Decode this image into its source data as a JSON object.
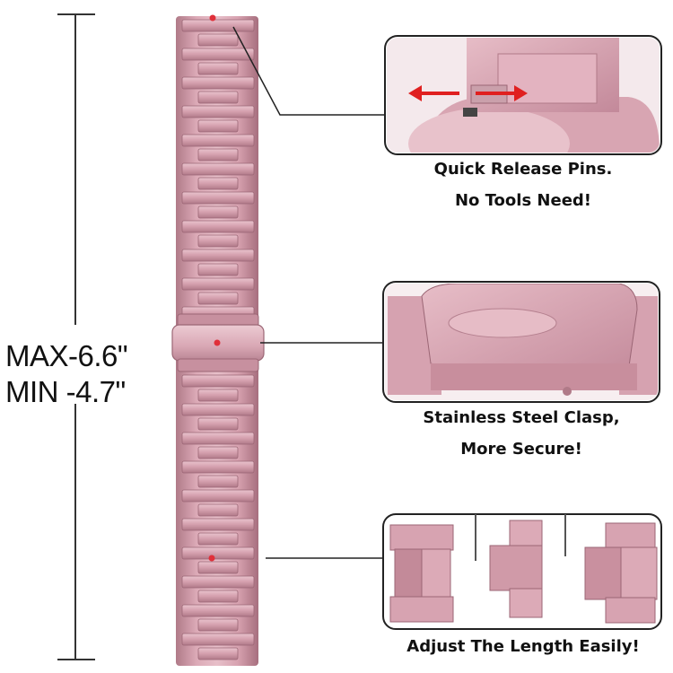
{
  "measurement": {
    "max_label": "MAX-",
    "max_value": "6.6\"",
    "min_label": "MIN -",
    "min_value": "4.7\""
  },
  "callouts": [
    {
      "lines": [
        "Quick Release Pins.",
        "No Tools Need!"
      ]
    },
    {
      "lines": [
        "Stainless Steel Clasp,",
        "More Secure!"
      ]
    },
    {
      "lines": [
        "Adjust The Length Easily!"
      ]
    }
  ],
  "colors": {
    "band_light": "#dfb0bc",
    "band_mid": "#c98e9d",
    "band_dark": "#9b6675",
    "marker_red": "#e0303a",
    "arrow_red": "#e02020",
    "line": "#222222"
  }
}
